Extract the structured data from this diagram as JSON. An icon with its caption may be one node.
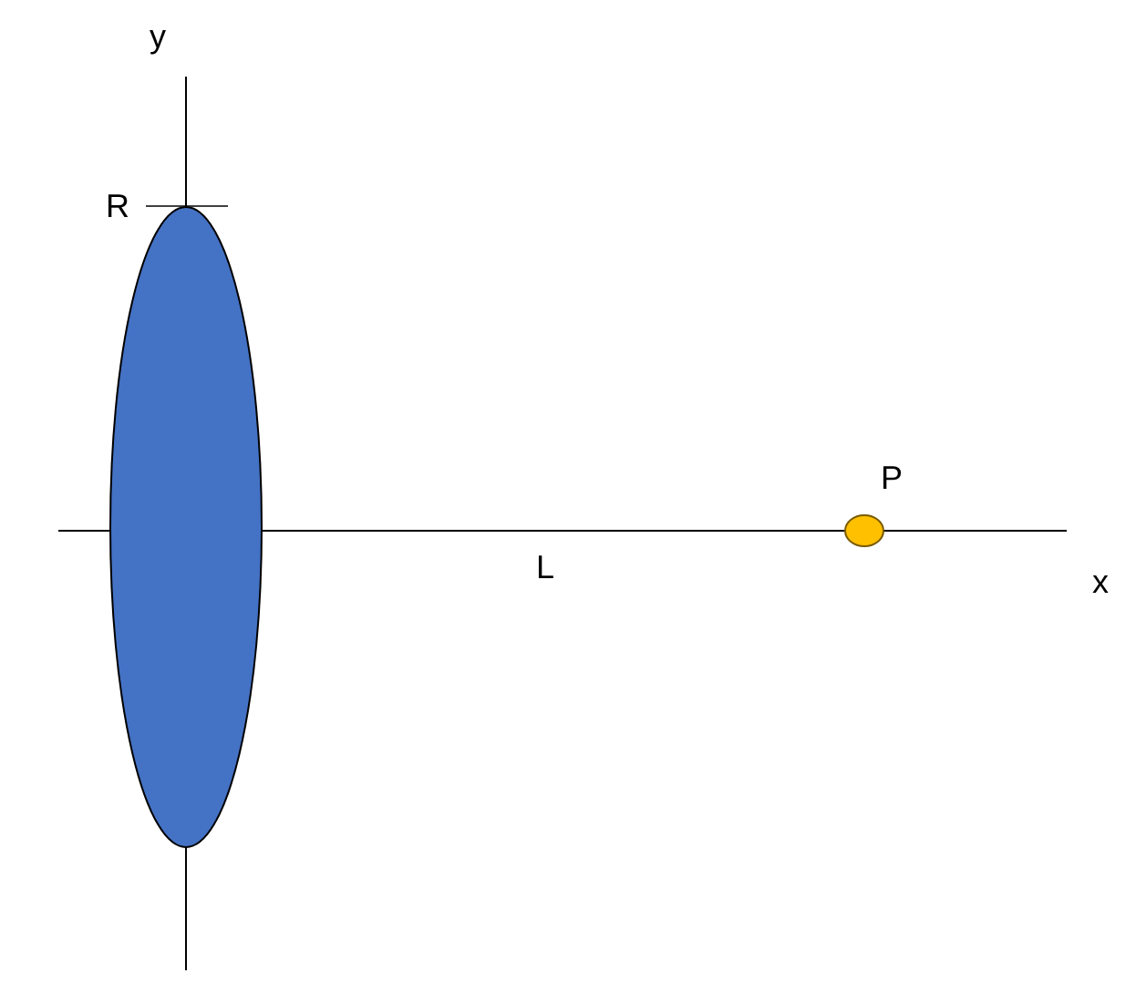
{
  "diagram": {
    "nodes": [
      {
        "text": [],
        "shape": "ellipse"
      },
      {
        "text": [],
        "shape": "circle",
        "beside": [
          "P"
        ]
      }
    ],
    "labels": [
      "y",
      "R",
      "L",
      "x"
    ]
  }
}
